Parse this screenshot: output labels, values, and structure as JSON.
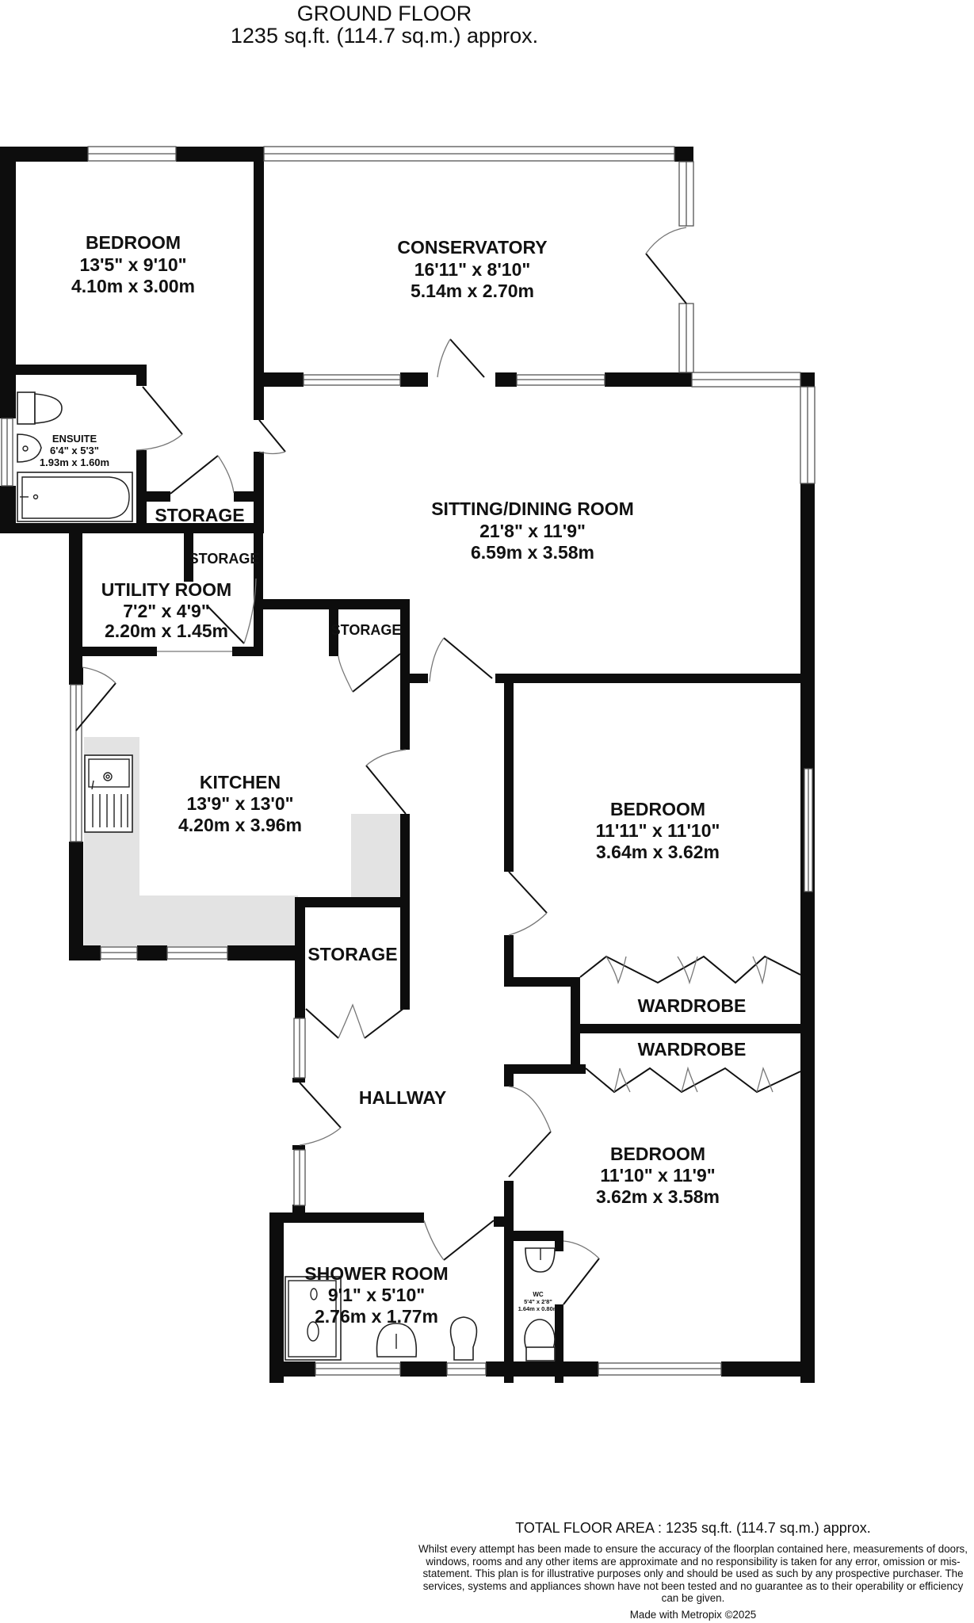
{
  "header": {
    "floor_name": "GROUND FLOOR",
    "floor_area": "1235 sq.ft. (114.7 sq.m.) approx."
  },
  "rooms": {
    "bedroom1": {
      "name": "BEDROOM",
      "imperial": "13'5\"  x 9'10\"",
      "metric": "4.10m  x 3.00m"
    },
    "conservatory": {
      "name": "CONSERVATORY",
      "imperial": "16'11\"  x 8'10\"",
      "metric": "5.14m  x 2.70m"
    },
    "ensuite": {
      "name": "ENSUITE",
      "imperial": "6'4\"  x 5'3\"",
      "metric": "1.93m  x 1.60m"
    },
    "sitting_dining": {
      "name": "SITTING/DINING ROOM",
      "imperial": "21'8\"  x 11'9\"",
      "metric": "6.59m  x 3.58m"
    },
    "storage_a": {
      "name": "STORAGE"
    },
    "storage_b": {
      "name": "STORAGE"
    },
    "storage_c": {
      "name": "STORAGE"
    },
    "storage_d": {
      "name": "STORAGE"
    },
    "utility": {
      "name": "UTILITY ROOM",
      "imperial": "7'2\"  x 4'9\"",
      "metric": "2.20m  x 1.45m"
    },
    "kitchen": {
      "name": "KITCHEN",
      "imperial": "13'9\"  x 13'0\"",
      "metric": "4.20m  x 3.96m"
    },
    "bedroom2": {
      "name": "BEDROOM",
      "imperial": "11'11\"  x 11'10\"",
      "metric": "3.64m  x 3.62m"
    },
    "wardrobe1": {
      "name": "WARDROBE"
    },
    "wardrobe2": {
      "name": "WARDROBE"
    },
    "hallway": {
      "name": "HALLWAY"
    },
    "bedroom3": {
      "name": "BEDROOM",
      "imperial": "11'10\"  x 11'9\"",
      "metric": "3.62m  x 3.58m"
    },
    "shower_room": {
      "name": "SHOWER ROOM",
      "imperial": "9'1\"  x 5'10\"",
      "metric": "2.76m  x 1.77m"
    },
    "wc": {
      "name": "WC",
      "imperial": "5'4\"  x 2'8\"",
      "metric": "1.64m  x 0.80m"
    }
  },
  "footer": {
    "total_area": "TOTAL FLOOR AREA : 1235 sq.ft. (114.7 sq.m.) approx.",
    "disclaimer": "Whilst every attempt has been made to ensure the accuracy of the floorplan contained here, measurements of doors, windows, rooms and any other items are approximate and no responsibility is taken for any error, omission or mis-statement. This plan is for illustrative purposes only and should be used as such by any prospective purchaser. The services, systems and appliances shown have not been tested and no guarantee as to their operability or efficiency can be given.",
    "made_with": "Made with Metropix ©2025"
  },
  "colors": {
    "wall": "#0d0d0d",
    "counter": "#e3e3e3",
    "background": "#ffffff"
  }
}
